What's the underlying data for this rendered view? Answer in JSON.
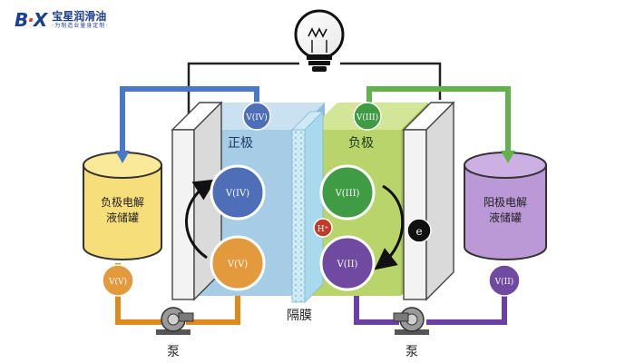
{
  "brand": {
    "mark_b": "B",
    "mark_dot": "·",
    "mark_x": "X",
    "name": "宝星润滑油",
    "slogan": "·为制造业量身定制·"
  },
  "labels": {
    "positive_electrode": "正极",
    "negative_electrode": "负极",
    "membrane": "隔膜",
    "negative_tank": [
      "负极电解",
      "液储罐"
    ],
    "positive_tank": [
      "阳极电解",
      "液储罐"
    ],
    "pump_left": "泵",
    "pump_right": "泵"
  },
  "ions": {
    "v4_top": "V(IV)",
    "v4_mid": "V(IV)",
    "v5_mid": "V(V)",
    "v5_pipe": "V(V)",
    "v3_top": "V(III)",
    "v3_mid": "V(III)",
    "v2_mid": "V(II)",
    "v2_pipe": "V(II)",
    "proton": "H⁺",
    "electron": "e"
  },
  "icons": {
    "bulb": "light-bulb-icon",
    "pump": "pump-icon"
  },
  "colors": {
    "blue_pipe": "#4a78c8",
    "green_pipe": "#62b14a",
    "orange_pipe": "#e08a1e",
    "purple_pipe": "#6b3fa5",
    "left_tank": "#f6de7a",
    "right_tank": "#bb98d6",
    "left_cell": "#a6cce6",
    "right_cell": "#b8d46a",
    "membrane": "#7fc9e6",
    "ion_blue": "#4e6fb8",
    "ion_orange": "#e39a3c",
    "ion_green": "#3f9c45",
    "ion_purple": "#6f4aa0",
    "proton": "#c23a2a",
    "electron": "#111111"
  }
}
